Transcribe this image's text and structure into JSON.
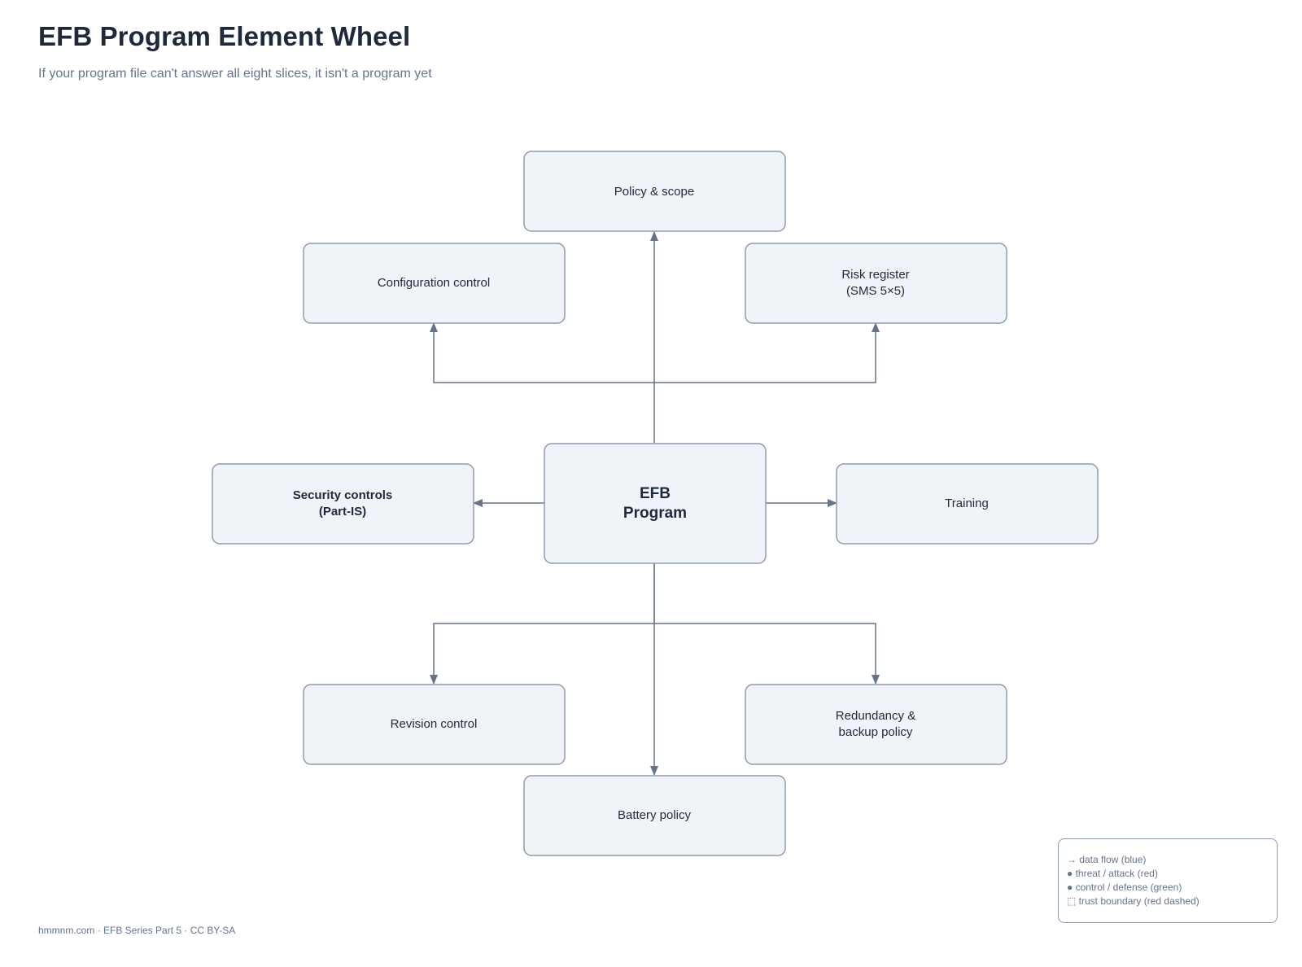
{
  "header": {
    "title": "EFB Program Element Wheel",
    "subtitle": "If your program file can't answer all eight slices, it isn't a program yet"
  },
  "diagram": {
    "center": {
      "line1": "EFB",
      "line2": "Program"
    },
    "nodes": {
      "policy": {
        "line1": "Policy & scope"
      },
      "config": {
        "line1": "Configuration control"
      },
      "risk": {
        "line1": "Risk register",
        "line2": "(SMS 5×5)"
      },
      "security": {
        "line1": "Security controls",
        "line2": "(Part-IS)"
      },
      "training": {
        "line1": "Training"
      },
      "revision": {
        "line1": "Revision control"
      },
      "redundancy": {
        "line1": "Redundancy &",
        "line2": "backup policy"
      },
      "battery": {
        "line1": "Battery policy"
      }
    },
    "edge_color": "#64748b",
    "node_fill": "#f0f4f9",
    "node_stroke": "#8d9bb0"
  },
  "legend": {
    "items": [
      {
        "label": "→ data flow (blue)"
      },
      {
        "label": "● threat / attack (red)"
      },
      {
        "label": "● control / defense (green)"
      },
      {
        "label": "⬚ trust boundary (red dashed)"
      }
    ]
  },
  "footer": {
    "text": "hmmnm.com · EFB Series Part 5 · CC BY-SA"
  }
}
